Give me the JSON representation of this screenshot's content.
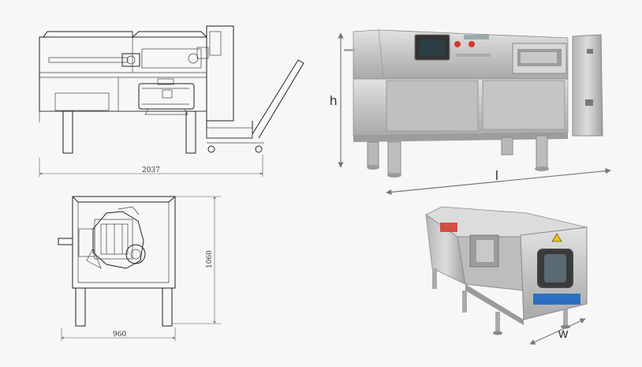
{
  "drawings": {
    "side_view": {
      "length_dimension": "2037"
    },
    "top_view": {
      "width_dimension": "960",
      "depth_dimension": "1060"
    }
  },
  "photo_labels": {
    "height": "h",
    "length": "l",
    "width": "w"
  },
  "colors": {
    "background": "#f7f7f7",
    "steel": "#c9c9c9",
    "steel_dark": "#9a9a9a",
    "accent_red": "#d23a2a",
    "arrow": "#777777"
  }
}
